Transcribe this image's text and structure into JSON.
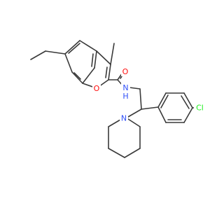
{
  "molecule": {
    "atoms": {
      "O_carbonyl": {
        "text": "O",
        "color": "#ff0d0d"
      },
      "NH_amide": {
        "text": "N\nH",
        "color": "#3050f8"
      },
      "O_furan": {
        "text": "O",
        "color": "#ff0d0d"
      },
      "Cl": {
        "text": "Cl",
        "color": "#1ff01f"
      },
      "N_piperidine": {
        "text": "N",
        "color": "#3050f8"
      }
    },
    "bond_color": "#3a3a3a"
  }
}
